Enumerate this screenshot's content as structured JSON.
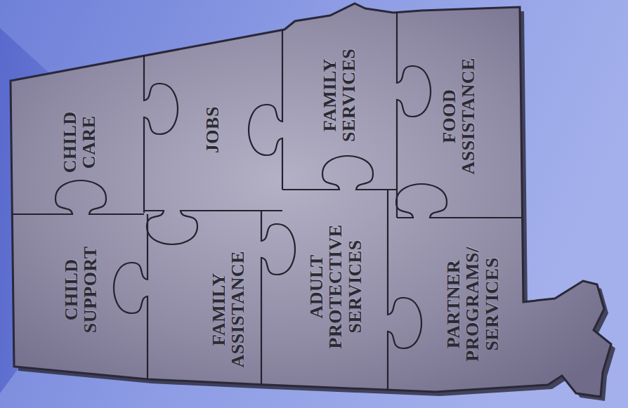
{
  "diagram": {
    "nodes": [
      {
        "text": [
          "CHILD CARE"
        ]
      },
      {
        "text": [
          "JOBS"
        ]
      },
      {
        "text": [
          "FAMILY SERVICES"
        ]
      },
      {
        "text": [
          "FOOD ASSISTANCE"
        ]
      },
      {
        "text": [
          "CHILD SUPPORT"
        ]
      },
      {
        "text": [
          "FAMILY ASSISTANCE"
        ]
      },
      {
        "text": [
          "ADULT PROTECTIVE SERVICES"
        ]
      },
      {
        "text": [
          "PARTNER PROGRAMS/ SERVICES"
        ]
      }
    ]
  }
}
